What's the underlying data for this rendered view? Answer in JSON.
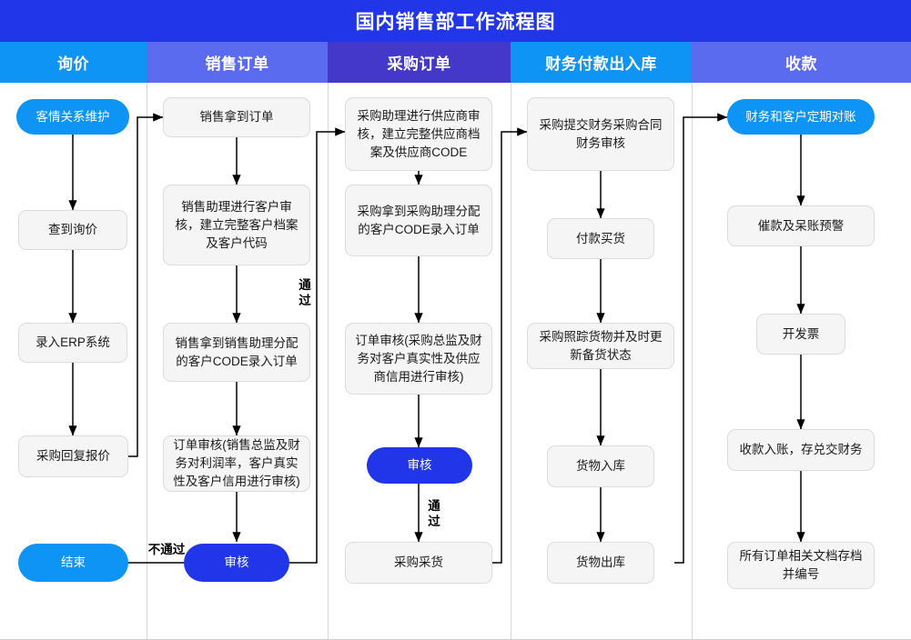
{
  "diagram": {
    "title": "国内销售部工作流程图",
    "title_bg": "#2036e8",
    "colors": {
      "lane1": "#0d94f5",
      "lane2": "#5a6bf0",
      "lane3": "#4338ca",
      "lane4": "#0d94f5",
      "lane5": "#5a6bf0",
      "node_fill": "#f5f5f5",
      "node_border": "#dcdcdc",
      "start_pill": "#0d94f5",
      "decision_pill": "#2036e8",
      "connector": "#000000"
    },
    "lanes": [
      {
        "id": "lane-inquiry",
        "label": "询价",
        "color": "#0d94f5"
      },
      {
        "id": "lane-sales",
        "label": "销售订单",
        "color": "#5a6bf0"
      },
      {
        "id": "lane-purchase",
        "label": "采购订单",
        "color": "#4338ca"
      },
      {
        "id": "lane-finance",
        "label": "财务付款出入库",
        "color": "#0d94f5"
      },
      {
        "id": "lane-receipt",
        "label": "收款",
        "color": "#5a6bf0"
      }
    ],
    "nodes": {
      "n1_1": "客情关系维护",
      "n1_2": "查到询价",
      "n1_3": "录入ERP系统",
      "n1_4": "采购回复报价",
      "n1_5": "结束",
      "n2_1": "销售拿到订单",
      "n2_2": "销售助理进行客户审核，建立完整客户档案及客户代码",
      "n2_3": "销售拿到销售助理分配的客户CODE录入订单",
      "n2_4": "订单审核(销售总监及财务对利润率，客户真实性及客户信用进行审核)",
      "n2_5": "审核",
      "n3_1": "采购助理进行供应商审核，建立完整供应商档案及供应商CODE",
      "n3_2": "采购拿到采购助理分配的客户CODE录入订单",
      "n3_3": "订单审核(采购总监及财务对客户真实性及供应商信用进行审核)",
      "n3_4": "审核",
      "n3_5": "采购采货",
      "n4_1": "采购提交财务采购合同财务审核",
      "n4_2": "付款买货",
      "n4_3": "采购照踪货物并及时更新备货状态",
      "n4_4": "货物入库",
      "n4_5": "货物出库",
      "n5_1": "财务和客户定期对账",
      "n5_2": "催款及呆账预警",
      "n5_3": "开发票",
      "n5_4": "收款入账，存兑交财务",
      "n5_5": "所有订单相关文档存档并编号"
    },
    "edge_labels": {
      "pass_sales": "通\n过",
      "fail_sales": "不通过",
      "pass_purchase": "通\n过"
    }
  }
}
